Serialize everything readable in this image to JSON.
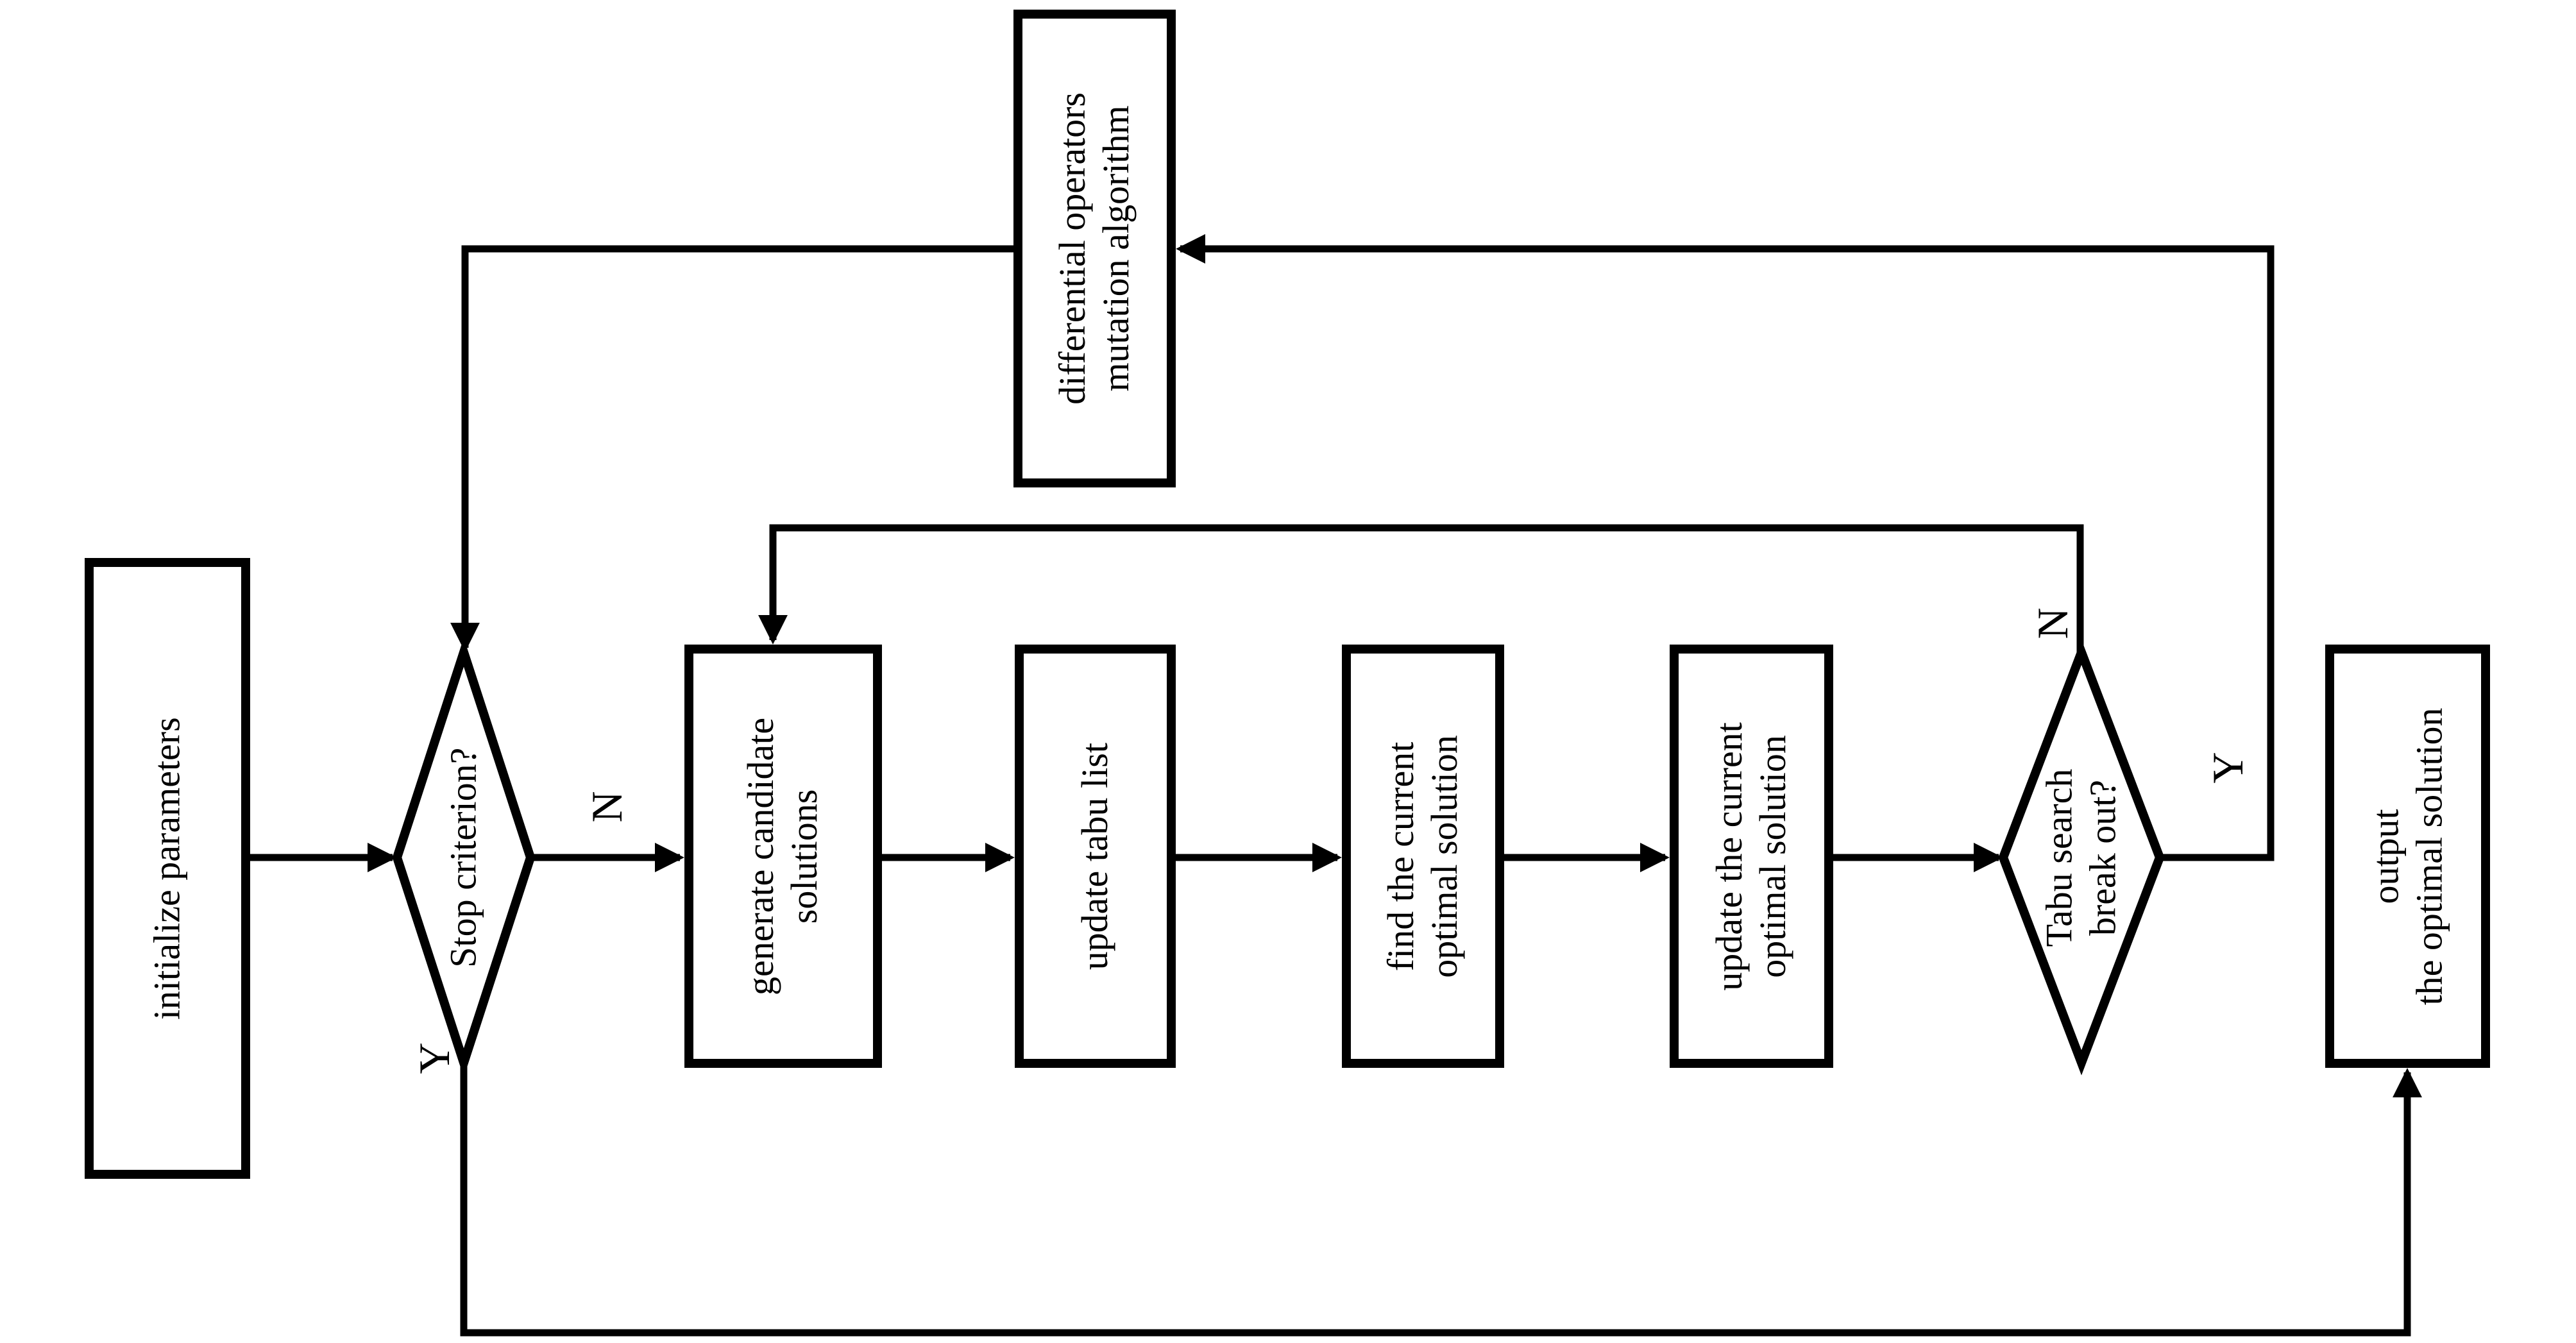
{
  "diagram": {
    "type": "flowchart",
    "orientation": "rotated-90-ccw-text",
    "colors": {
      "background": "#ffffff",
      "stroke": "#000000",
      "box_fill": "#ffffff",
      "text": "#000000"
    },
    "nodes": {
      "initialize": {
        "shape": "rect",
        "lines": [
          "initialize parameters"
        ]
      },
      "stop_criterion": {
        "shape": "diamond",
        "lines": [
          "Stop criterion?"
        ]
      },
      "generate": {
        "shape": "rect",
        "lines": [
          "generate candidate",
          "solutions"
        ]
      },
      "update_tabu": {
        "shape": "rect",
        "lines": [
          "update tabu list"
        ]
      },
      "find_current": {
        "shape": "rect",
        "lines": [
          "find the current",
          "optimal solution"
        ]
      },
      "update_current": {
        "shape": "rect",
        "lines": [
          "update the current",
          "optimal solution"
        ]
      },
      "tabu_break": {
        "shape": "diamond",
        "lines": [
          "Tabu search",
          "break out?"
        ]
      },
      "output": {
        "shape": "rect",
        "lines": [
          "output",
          "the optimal solution"
        ]
      },
      "differential": {
        "shape": "rect",
        "lines": [
          "differential operators",
          "mutation algorithm"
        ]
      }
    },
    "edge_labels": {
      "stop_no": "N",
      "stop_yes": "Y",
      "tabu_no": "N",
      "tabu_yes": "Y"
    },
    "edges": [
      "initialize -> stop_criterion",
      "stop_criterion -N-> generate",
      "generate -> update_tabu",
      "update_tabu -> find_current",
      "find_current -> update_current",
      "update_current -> tabu_break",
      "tabu_break -N-> generate (loop back)",
      "tabu_break -Y-> differential",
      "differential -> stop_criterion",
      "stop_criterion -Y-> output"
    ]
  }
}
